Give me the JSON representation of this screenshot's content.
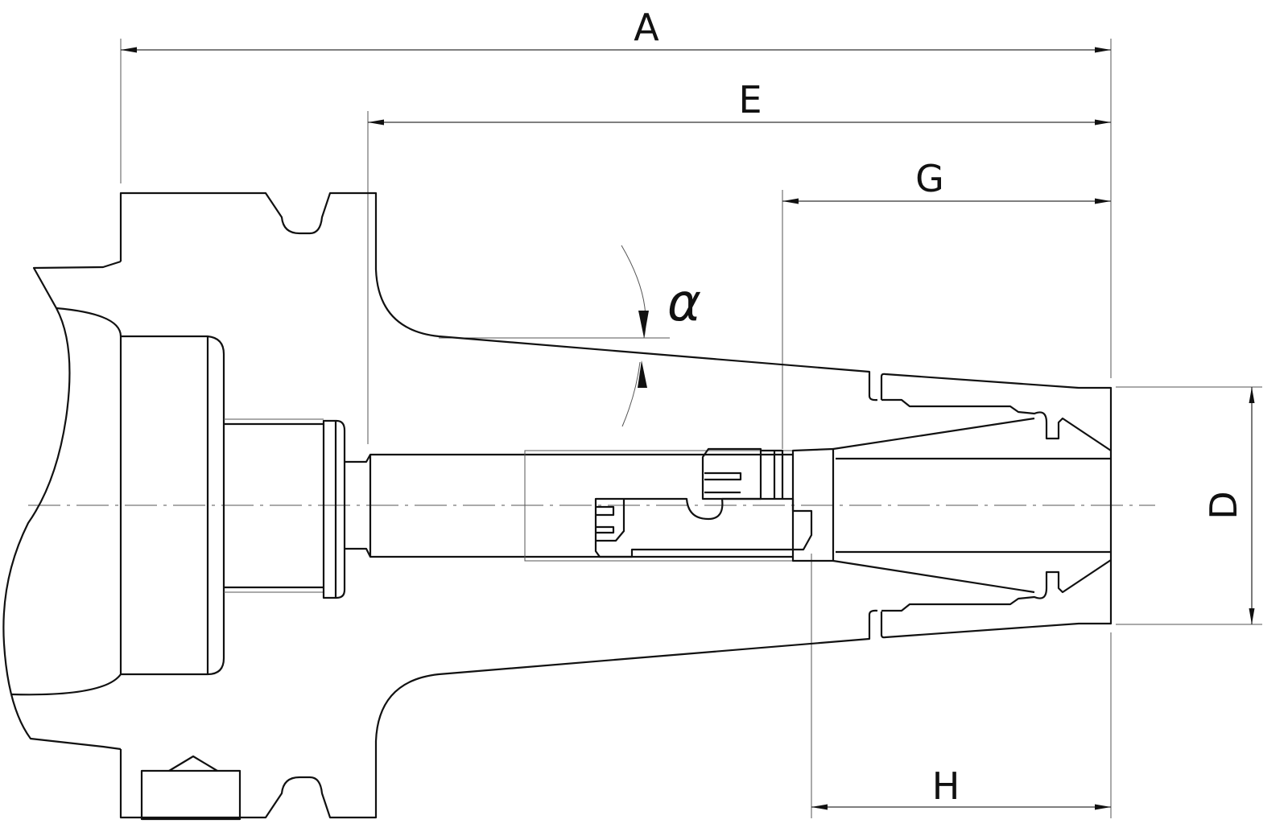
{
  "drawing": {
    "labels": {
      "A": "A",
      "E": "E",
      "G": "G",
      "H": "H",
      "D": "D",
      "angle": "α"
    },
    "colors": {
      "line": "#111111",
      "thin": "#555555"
    }
  }
}
